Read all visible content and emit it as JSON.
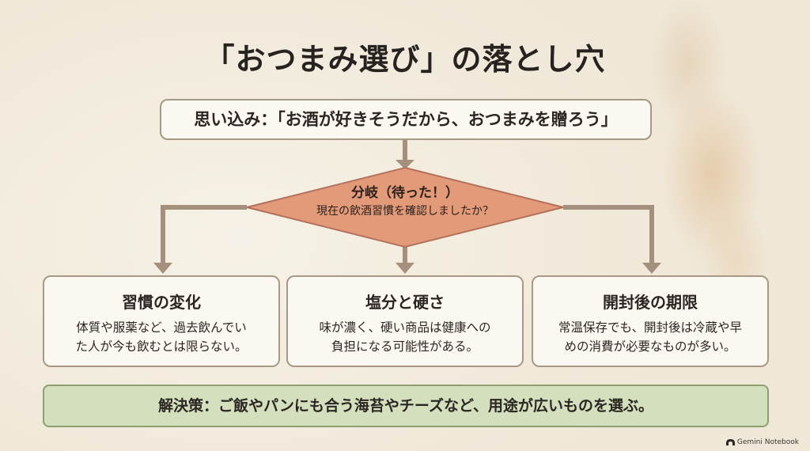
{
  "title": "「おつまみ選び」の落とし穴",
  "premise": "思い込み：「お酒が好きそうだから、おつまみを贈ろう」",
  "branch": {
    "title": "分岐（待った！）",
    "question": "現在の飲酒習慣を確認しましたか？"
  },
  "cards": [
    {
      "title": "習慣の変化",
      "lines": [
        "体質や服薬など、過去飲んでい",
        "た人が今も飲むとは限らない。"
      ]
    },
    {
      "title": "塩分と硬さ",
      "lines": [
        "味が濃く、硬い商品は健康への",
        "負担になる可能性がある。"
      ]
    },
    {
      "title": "開封後の期限",
      "lines": [
        "常温保存でも、開封後は冷蔵や早",
        "めの消費が必要なものが多い。"
      ]
    }
  ],
  "solution": "解決策：ご飯やパンにも合う海苔やチーズなど、用途が広いものを選ぶ。",
  "brand": "Gemini Notebook",
  "colors": {
    "diamond_fill": "#e29a79",
    "diamond_stroke": "#b3705a",
    "arrow": "#a4907c",
    "solution_fill": "#d4dfbe",
    "solution_border": "#8ea06f"
  }
}
